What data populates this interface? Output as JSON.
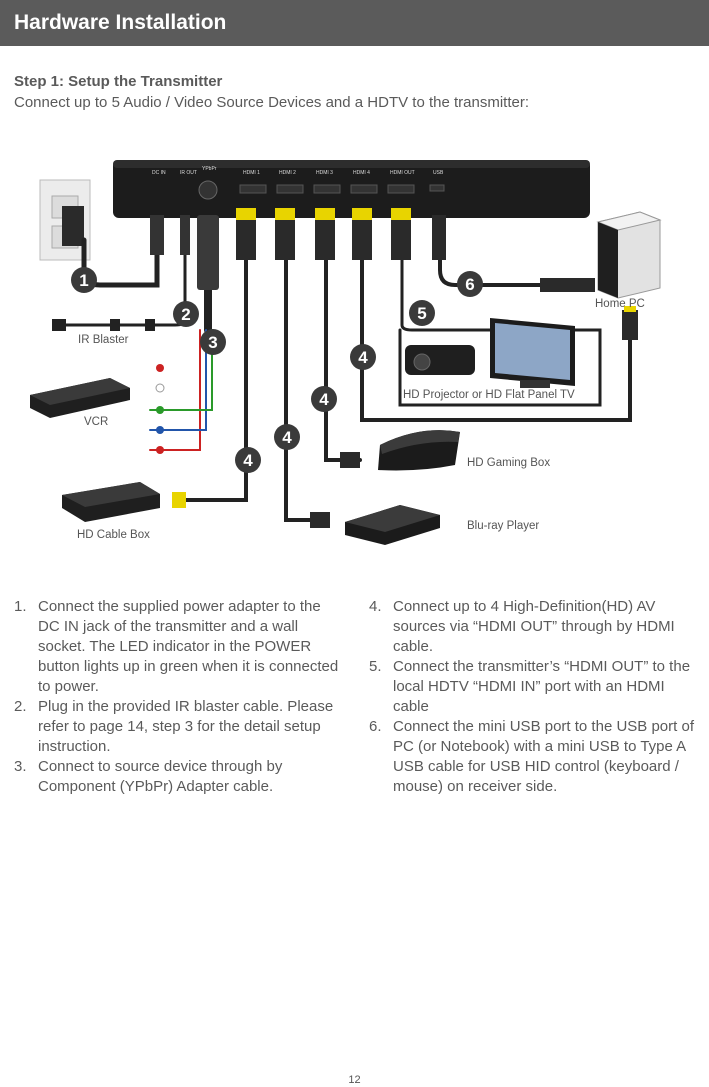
{
  "header": {
    "title": "Hardware Installation"
  },
  "step": {
    "title": "Step 1: Setup the Transmitter",
    "description": "Connect up to 5 Audio / Video Source Devices and a HDTV to the transmitter:"
  },
  "diagram": {
    "device_ports": {
      "dc_in": "DC IN",
      "ir_out": "IR OUT",
      "ypbpr": "YPbPr",
      "hdmi1": "HDMI 1",
      "hdmi2": "HDMI 2",
      "hdmi3": "HDMI 3",
      "hdmi4": "HDMI 4",
      "hdmi_out": "HDMI OUT",
      "usb": "USB"
    },
    "badges": {
      "b1": "1",
      "b2": "2",
      "b3": "3",
      "b4": "4",
      "b5": "5",
      "b6": "6"
    },
    "labels": {
      "ir_blaster": "IR Blaster",
      "vcr": "VCR",
      "hd_cable_box": "HD Cable Box",
      "home_pc": "Home PC",
      "projector_tv": "HD Projector or HD Flat Panel TV",
      "gaming_box": "HD Gaming Box",
      "bluray": "Blu-ray Player"
    }
  },
  "instructions": {
    "left": [
      {
        "num": "1.",
        "text": "Connect the supplied power adapter to the DC IN jack of the transmitter and a wall socket. The LED indicator in the POWER button lights up in green when it is connected to power."
      },
      {
        "num": "2.",
        "text": "Plug in the provided IR blaster cable. Please refer to page 14, step 3 for the detail setup instruction."
      },
      {
        "num": "3.",
        "text": "Connect to source device through by Component (YPbPr) Adapter cable."
      }
    ],
    "right": [
      {
        "num": "4.",
        "text": "Connect up to 4 High-Definition(HD) AV sources via “HDMI OUT” through by HDMI cable."
      },
      {
        "num": "5.",
        "text": "Connect the transmitter’s “HDMI OUT” to the local HDTV “HDMI IN” port with an HDMI cable"
      },
      {
        "num": "6.",
        "text": "Connect the mini USB port to the USB port of PC (or Notebook) with a mini USB to Type A USB cable for USB HID control (keyboard / mouse) on receiver side."
      }
    ]
  },
  "footer": {
    "page_number": "12"
  }
}
